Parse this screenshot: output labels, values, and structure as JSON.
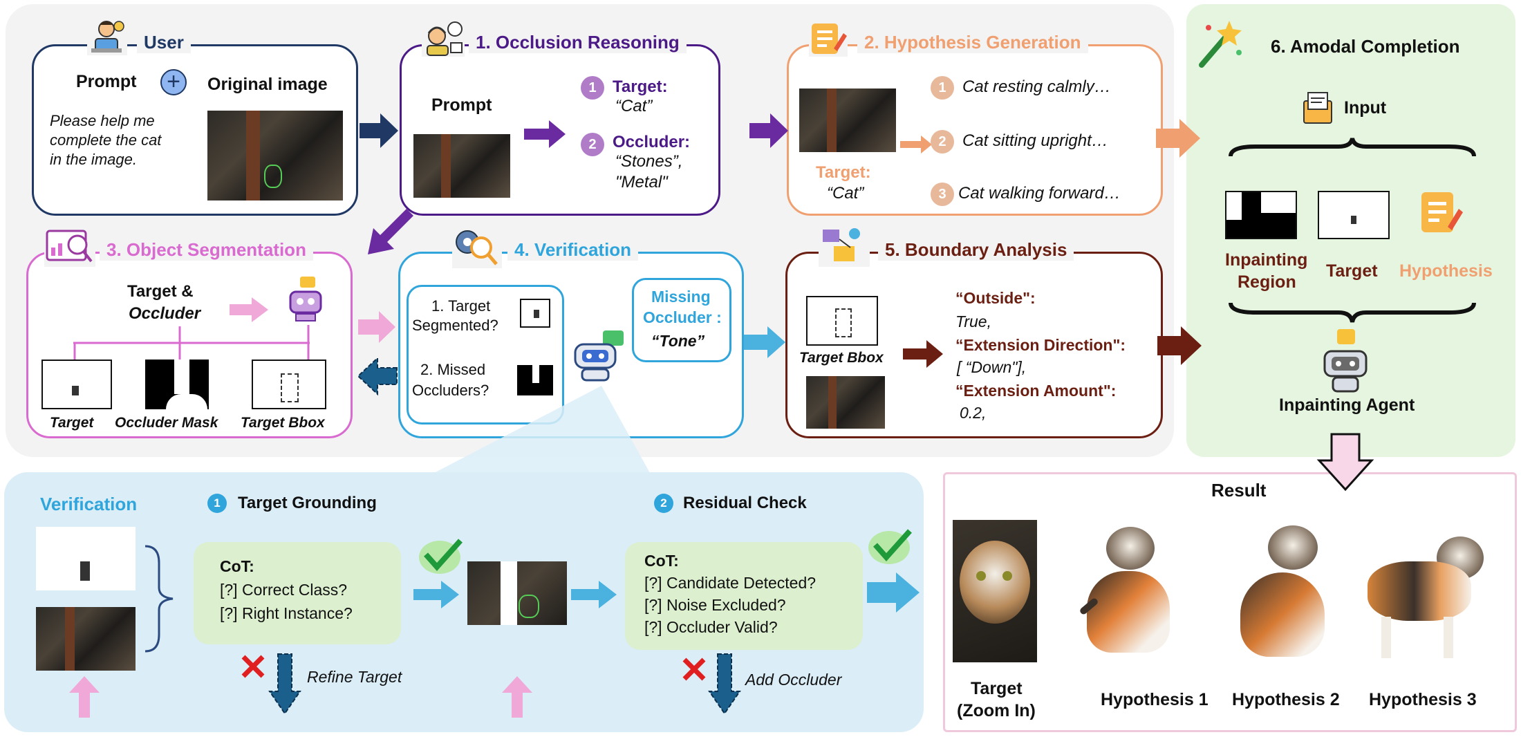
{
  "colors": {
    "user": "#1f3864",
    "occlusion": "#4b1a87",
    "hypothesis": "#f0a070",
    "segmentation": "#d86ad0",
    "verification": "#2fa5dc",
    "boundary": "#6b1f12",
    "amodal": "#e6f5df"
  },
  "user": {
    "title": "User",
    "prompt_label": "Prompt",
    "original_label": "Original image",
    "prompt_text_1": "Please help me",
    "prompt_text_2": "complete the cat",
    "prompt_text_3": "in the image."
  },
  "occlusion": {
    "title": "1. Occlusion Reasoning",
    "prompt_label": "Prompt",
    "n1": "1",
    "target_label": "Target:",
    "target_value": "“Cat”",
    "n2": "2",
    "occluder_label": "Occluder:",
    "occluder_value_1": "“Stones”,",
    "occluder_value_2": "\"Metal\""
  },
  "hypothesis": {
    "title": "2. Hypothesis Generation",
    "target_label": "Target:",
    "target_value": "“Cat”",
    "items": [
      {
        "n": "1",
        "text": "Cat resting calmly…"
      },
      {
        "n": "2",
        "text": "Cat sitting upright…"
      },
      {
        "n": "3",
        "text": "Cat walking forward…"
      }
    ]
  },
  "segmentation": {
    "title": "3. Object Segmentation",
    "input_1": "Target &",
    "input_2": "Occluder",
    "out_target": "Target",
    "out_mask": "Occluder Mask",
    "out_bbox": "Target Bbox"
  },
  "verification": {
    "title": "4. Verification",
    "q1_1": "1. Target",
    "q1_2": "Segmented?",
    "q2_1": "2. Missed",
    "q2_2": "Occluders?",
    "bubble_1": "Missing",
    "bubble_2": "Occluder :",
    "bubble_3": "“Tone”"
  },
  "boundary": {
    "title": "5. Boundary Analysis",
    "bbox_label": "Target Bbox",
    "k1": "“Outside\":",
    "v1": "True,",
    "k2": "“Extension Direction\":",
    "v2": "[ “Down\"],",
    "k3": "“Extension Amount\":",
    "v3": "0.2,"
  },
  "amodal": {
    "title": "6. Amodal Completion",
    "input_label": "Input",
    "inpaint_1": "Inpainting",
    "inpaint_2": "Region",
    "target_label": "Target",
    "hypothesis_label": "Hypothesis",
    "agent_label": "Inpainting Agent"
  },
  "detail": {
    "title": "Verification",
    "s1_n": "1",
    "s1_title": "Target Grounding",
    "cot1_title": "CoT:",
    "cot1_a": "[?] Correct Class?",
    "cot1_b": "[?] Right Instance?",
    "refine": "Refine Target",
    "s2_n": "2",
    "s2_title": "Residual Check",
    "cot2_title": "CoT:",
    "cot2_a": "[?] Candidate Detected?",
    "cot2_b": "[?] Noise Excluded?",
    "cot2_c": "[?] Occluder Valid?",
    "add": "Add Occluder"
  },
  "result": {
    "title": "Result",
    "target_1": "Target",
    "target_2": "(Zoom In)",
    "h1": "Hypothesis 1",
    "h2": "Hypothesis 2",
    "h3": "Hypothesis 3"
  }
}
